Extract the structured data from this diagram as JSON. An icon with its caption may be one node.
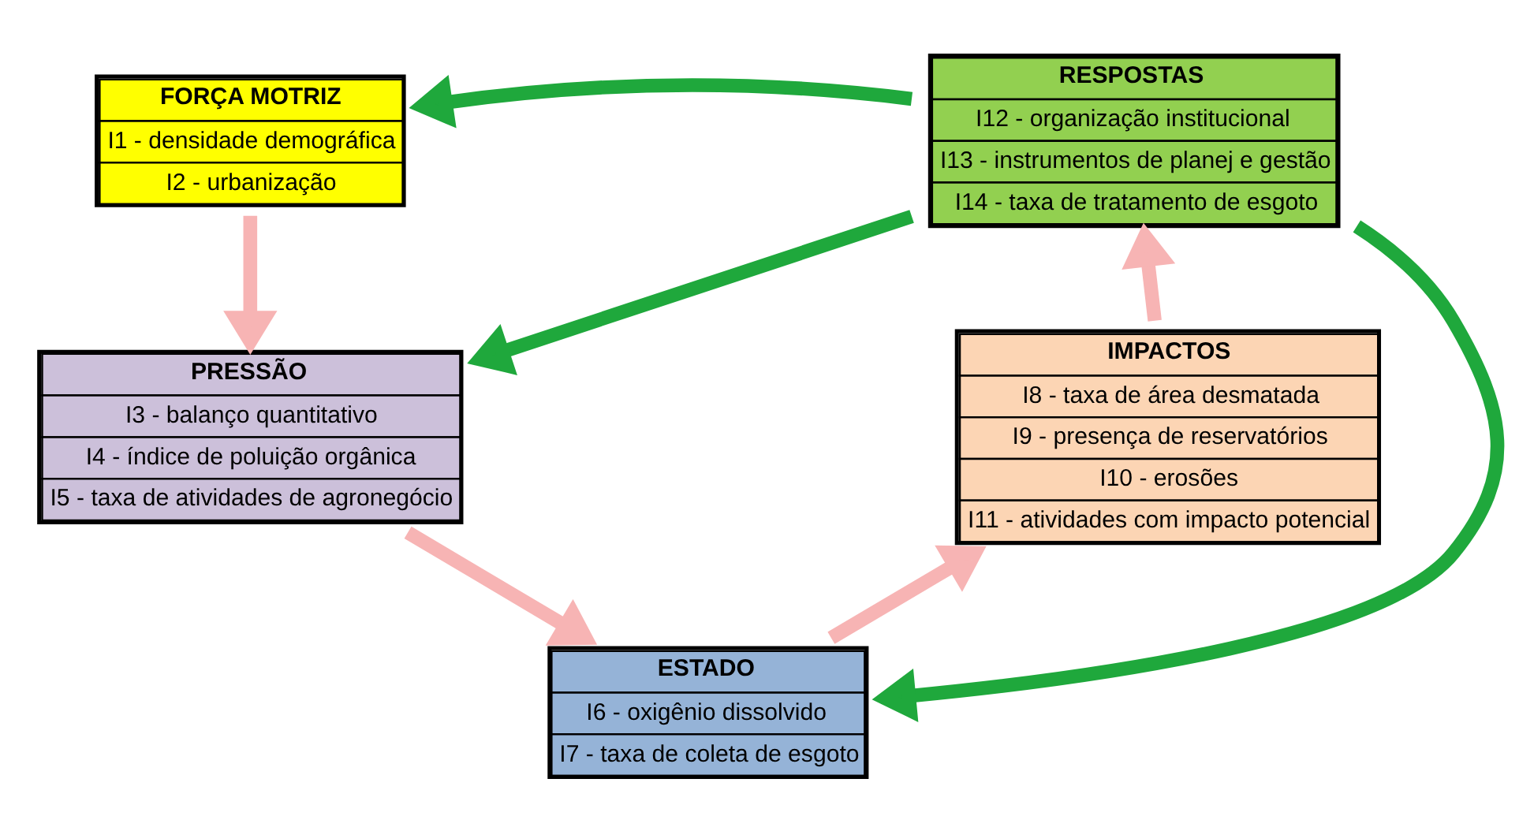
{
  "diagram": {
    "nodes": [
      {
        "text": [
          "FORÇA MOTRIZ",
          "I1 - densidade demográfica",
          "I2 - urbanização"
        ]
      },
      {
        "text": [
          "PRESSÃO",
          "I3 - balanço quantitativo",
          "I4 - índice de poluição orgânica",
          "I5 - taxa de atividades de agronegócio"
        ]
      },
      {
        "text": [
          "ESTADO",
          "I6 - oxigênio dissolvido",
          "I7 - taxa de coleta de esgoto"
        ]
      },
      {
        "text": [
          "IMPACTOS",
          "I8 - taxa de área desmatada",
          "I9 - presença de reservatórios",
          "I10 - erosões",
          "I11 - atividades com impacto potencial"
        ]
      },
      {
        "text": [
          "RESPOSTAS",
          "I12 - organização institucional",
          "I13 - instrumentos de planej e gestão",
          "I14 - taxa de tratamento de esgoto"
        ]
      }
    ],
    "edges": [
      {
        "from": 0,
        "to": 1,
        "arrow": "to"
      },
      {
        "from": 1,
        "to": 2,
        "arrow": "to"
      },
      {
        "from": 2,
        "to": 3,
        "arrow": "to"
      },
      {
        "from": 3,
        "to": 4,
        "arrow": "to"
      },
      {
        "from": 4,
        "to": 0,
        "arrow": "to",
        "color": "#1fa83c"
      },
      {
        "from": 4,
        "to": 1,
        "arrow": "to",
        "color": "#1fa83c"
      },
      {
        "from": 4,
        "to": 2,
        "arrow": "to",
        "color": "#1fa83c"
      }
    ]
  }
}
